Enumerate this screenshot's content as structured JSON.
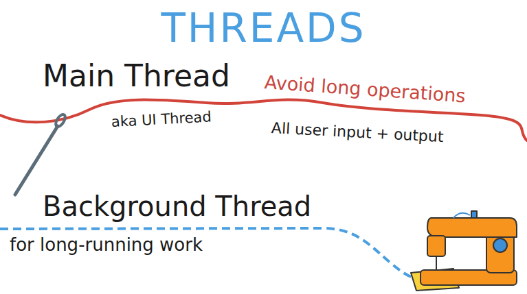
{
  "diagram": {
    "title": "THREADS",
    "labels": [
      "Main Thread",
      "aka UI Thread",
      "Avoid long operations",
      "All user input + output",
      "Background Thread",
      "for long-running work"
    ]
  }
}
